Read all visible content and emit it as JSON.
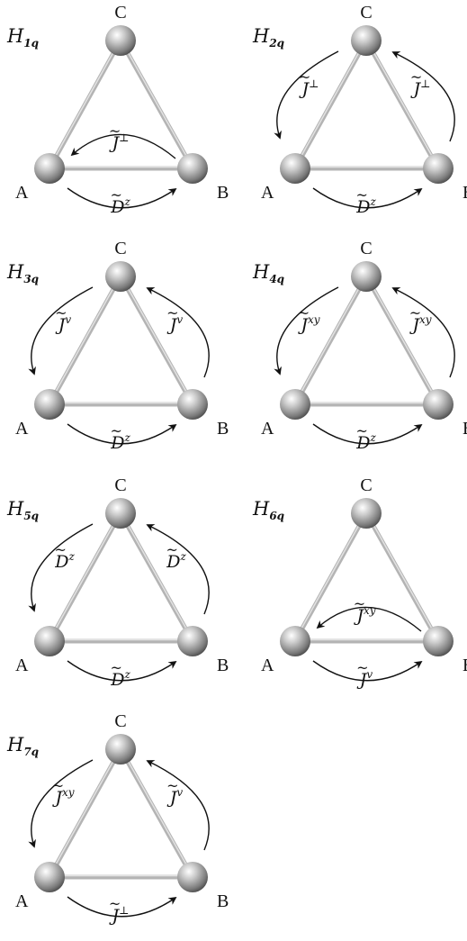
{
  "panels": [
    {
      "id": "h1",
      "title_main": "H",
      "title_sub": "1q",
      "nodes": {
        "a": "A",
        "b": "B",
        "c": "C"
      },
      "arrows": [
        {
          "kind": "inner-ab",
          "sym": "J",
          "sup": "⊥"
        },
        {
          "kind": "outer-ab",
          "sym": "D",
          "sup": "z"
        }
      ]
    },
    {
      "id": "h2",
      "title_main": "H",
      "title_sub": "2q",
      "nodes": {
        "a": "A",
        "b": "B",
        "c": "C"
      },
      "arrows": [
        {
          "kind": "left-ca",
          "sym": "J",
          "sup": "⊥"
        },
        {
          "kind": "right-bc",
          "sym": "J",
          "sup": "⊥"
        },
        {
          "kind": "outer-ab",
          "sym": "D",
          "sup": "z"
        }
      ]
    },
    {
      "id": "h3",
      "title_main": "H",
      "title_sub": "3q",
      "nodes": {
        "a": "A",
        "b": "B",
        "c": "C"
      },
      "arrows": [
        {
          "kind": "left-ca",
          "sym": "J",
          "sup": "v"
        },
        {
          "kind": "right-bc",
          "sym": "J",
          "sup": "v"
        },
        {
          "kind": "outer-ab",
          "sym": "D",
          "sup": "z"
        }
      ]
    },
    {
      "id": "h4",
      "title_main": "H",
      "title_sub": "4q",
      "nodes": {
        "a": "A",
        "b": "B",
        "c": "C"
      },
      "arrows": [
        {
          "kind": "left-ca",
          "sym": "J",
          "sup": "xy"
        },
        {
          "kind": "right-bc",
          "sym": "J",
          "sup": "xy"
        },
        {
          "kind": "outer-ab",
          "sym": "D",
          "sup": "z"
        }
      ]
    },
    {
      "id": "h5",
      "title_main": "H",
      "title_sub": "5q",
      "nodes": {
        "a": "A",
        "b": "B",
        "c": "C"
      },
      "arrows": [
        {
          "kind": "left-ca",
          "sym": "D",
          "sup": "z"
        },
        {
          "kind": "right-bc",
          "sym": "D",
          "sup": "z"
        },
        {
          "kind": "outer-ab",
          "sym": "D",
          "sup": "z"
        }
      ]
    },
    {
      "id": "h6",
      "title_main": "H",
      "title_sub": "6q",
      "nodes": {
        "a": "A",
        "b": "B",
        "c": "C"
      },
      "arrows": [
        {
          "kind": "inner-ab",
          "sym": "J",
          "sup": "xy"
        },
        {
          "kind": "outer-ab",
          "sym": "J",
          "sup": "v"
        }
      ]
    },
    {
      "id": "h7",
      "title_main": "H",
      "title_sub": "7q",
      "nodes": {
        "a": "A",
        "b": "B",
        "c": "C"
      },
      "arrows": [
        {
          "kind": "left-ca",
          "sym": "J",
          "sup": "xy"
        },
        {
          "kind": "right-bc",
          "sym": "J",
          "sup": "v"
        },
        {
          "kind": "outer-ab",
          "sym": "J",
          "sup": "⊥"
        }
      ]
    }
  ]
}
